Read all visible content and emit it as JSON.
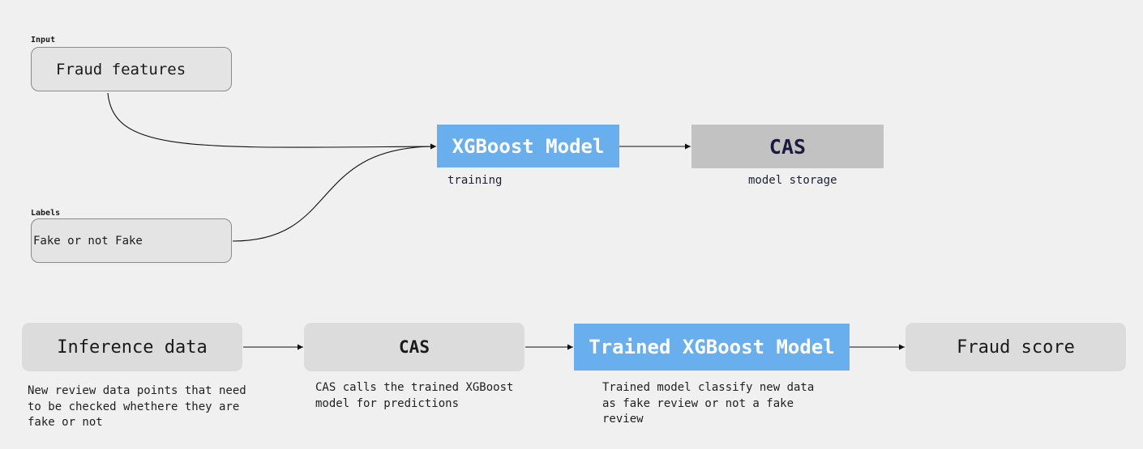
{
  "training": {
    "input_label": "Input",
    "input_box": "Fraud features",
    "labels_label": "Labels",
    "labels_box": "Fake or not Fake",
    "model_box": "XGBoost Model",
    "model_caption": "training",
    "storage_box": "CAS",
    "storage_caption": "model storage"
  },
  "inference": {
    "data_box": "Inference data",
    "data_caption": "New review data points that need to be checked whethere they are fake or not",
    "cas_box": "CAS",
    "cas_caption": "CAS calls the trained XGBoost model for predictions",
    "model_box": "Trained XGBoost Model",
    "model_caption": "Trained model classify new data as fake review or not a fake review",
    "score_box": "Fraud score"
  },
  "colors": {
    "model_blue": "#69aeed",
    "storage_grey": "#c2c2c2",
    "node_grey": "#dcdcdc",
    "background": "#f0f0f0"
  }
}
